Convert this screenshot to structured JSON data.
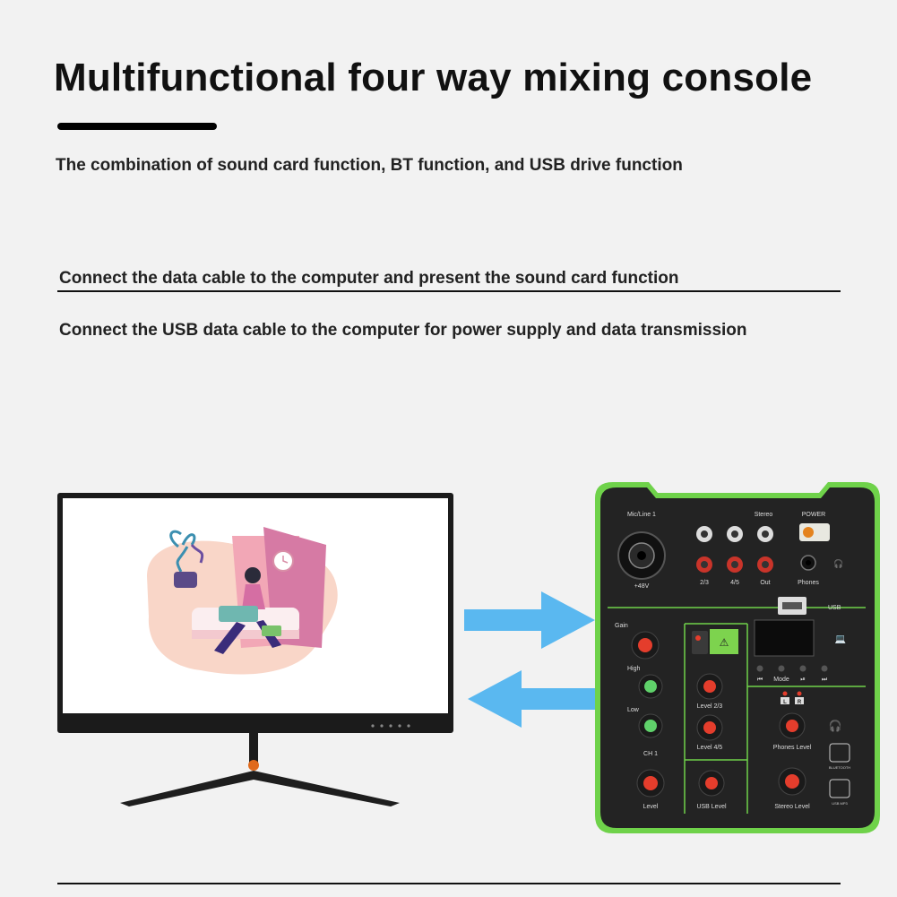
{
  "heading": {
    "title": "Multifunctional four way mixing console",
    "subtitle": "The combination of sound card function, BT function, and USB drive function"
  },
  "notes": {
    "line1": "Connect the data cable to the computer and present the sound card function",
    "line2": "Connect the USB data cable to the computer for power supply and data transmission"
  },
  "colors": {
    "arrow": "#5ab8f0",
    "mixer_trim": "#6fd24a",
    "mixer_body": "#232323",
    "knob_red": "#e43d2c"
  },
  "mixer": {
    "labels": {
      "mic_line": "Mic/Line 1",
      "phantom": "+48V",
      "stereo": "Stereo",
      "power": "POWER",
      "ch23": "2/3",
      "ch45": "4/5",
      "out": "Out",
      "phones": "Phones",
      "usb": "USB",
      "gain": "Gain",
      "high": "High",
      "low": "Low",
      "ch1": "CH 1",
      "level": "Level",
      "level23": "Level 2/3",
      "level45": "Level 4/5",
      "usb_level": "USB Level",
      "mode": "Mode",
      "phones_level": "Phones Level",
      "stereo_level": "Stereo Level",
      "l": "L",
      "r": "R",
      "bluetooth": "BLUETOOTH",
      "usb_mp3": "USB MP3"
    }
  }
}
